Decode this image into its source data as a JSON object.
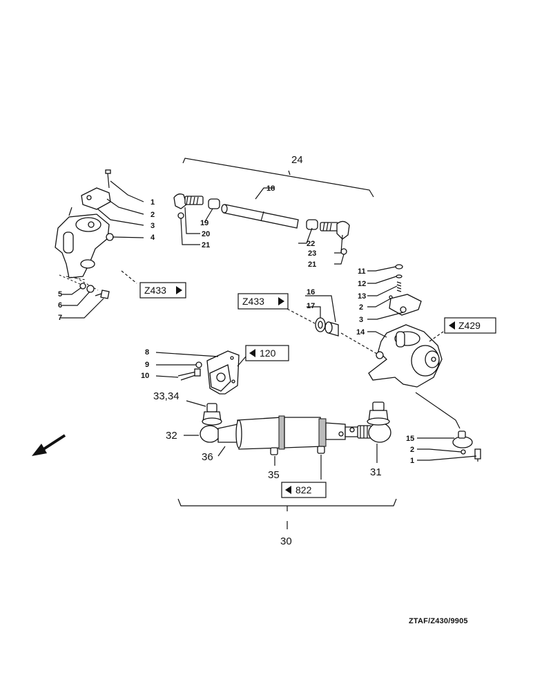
{
  "callouts": {
    "c1a": "1",
    "c2a": "2",
    "c3a": "3",
    "c4": "4",
    "c5": "5",
    "c6": "6",
    "c7": "7",
    "c8": "8",
    "c9": "9",
    "c10": "10",
    "c11": "11",
    "c12": "12",
    "c13": "13",
    "c2b": "2",
    "c3b": "3",
    "c14": "14",
    "c15": "15",
    "c2c": "2",
    "c1c": "1",
    "c16": "16",
    "c17": "17",
    "c18": "18",
    "c19": "19",
    "c20": "20",
    "c21a": "21",
    "c22": "22",
    "c23": "23",
    "c21b": "21",
    "c24": "24",
    "c3334": "33,34",
    "c32": "32",
    "c36": "36",
    "c35": "35",
    "c31": "31",
    "c30": "30"
  },
  "refs": {
    "z433_left": "Z433",
    "z433_mid": "Z433",
    "z429": "Z429",
    "r120": "120",
    "r822": "822"
  },
  "drawing_code": "ZTAF/Z430/9905"
}
